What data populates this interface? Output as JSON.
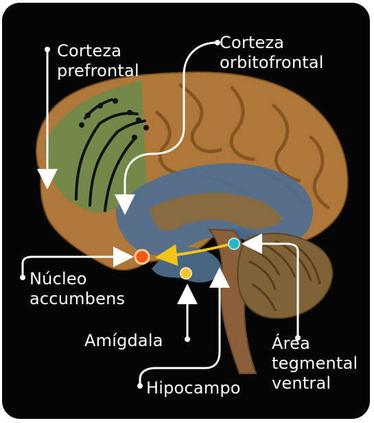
{
  "labels": {
    "prefrontal": "Corteza\nprefrontal",
    "orbitofrontal": "Corteza\norbitofrontal",
    "nucleo_accumbens": "Núcleo\naccumbens",
    "amigdala": "Amígdala",
    "hipocampo": "Hipocampo",
    "area_tegmental": "Área\ntegmental\nventral"
  },
  "colors": {
    "background": "#050505",
    "brain": "#b07838",
    "prefrontal_region": "#6f8a4a",
    "limbic": "#4f6f8f",
    "nucleus_accumbens": "#f05a14",
    "amygdala": "#f2c233",
    "vta": "#27b8c8",
    "pathway": "#f4c516",
    "labels": "#ffffff"
  }
}
